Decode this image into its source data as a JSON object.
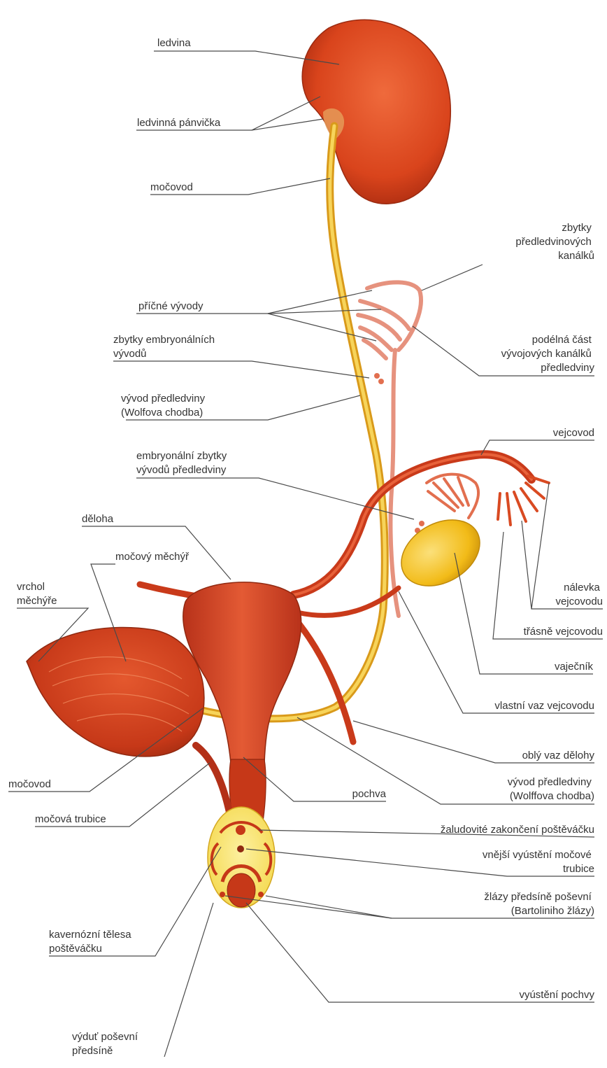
{
  "labels": {
    "ledvina": "ledvina",
    "ledvinna_panvicka": "ledvinná pánvička",
    "mocovod_top": "močovod",
    "zbytky_predledvinovych": [
      "zbytky",
      "předledvinových",
      "kanálků"
    ],
    "pricne_vyvody": "příčné vývody",
    "zbytky_embryonalnich": [
      "zbytky embryonálních",
      "vývodů"
    ],
    "podelna_cast": [
      "podélná část",
      "vývojových kanálků",
      "předledviny"
    ],
    "vyvod_predledviny_left": [
      "vývod předledviny",
      "(Wolfova chodba)"
    ],
    "vejcovod": "vejcovod",
    "embryonalni_zbytky": [
      "embryonální zbytky",
      "vývodů předledviny"
    ],
    "deloha": "děloha",
    "mocovy_mechyr": "močový měchýř",
    "vrchol_mechyre": [
      "vrchol",
      "měchýře"
    ],
    "nalevka_vejcovodu": [
      "nálevka",
      "vejcovodu"
    ],
    "trasne_vejcovodu": "třásně vejcovodu",
    "vajecnik": "vaječník",
    "vlastni_vaz": "vlastní vaz vejcovodu",
    "obly_vaz": "oblý vaz dělohy",
    "mocovod_left": "močovod",
    "pochva": "pochva",
    "vyvod_predledviny_right": [
      "vývod předledviny",
      "(Wolffova chodba)"
    ],
    "mocova_trubice": "močová trubice",
    "zaludovite": "žaludovité zakončení poštěváčku",
    "vnejsi_vyusteni": [
      "vnější vyústění močové",
      "trubice"
    ],
    "zlazy": [
      "žlázy předsíně poševní",
      "(Bartoliniho žlázy)"
    ],
    "kavernozni": [
      "kavernózní tělesa",
      "poštěváčku"
    ],
    "vyusteni_pochvy": "vyústění pochvy",
    "vydut": [
      "výduť poševní",
      "předsíně"
    ]
  },
  "colors": {
    "kidney": "#d9441c",
    "kidney_dark": "#b02e12",
    "organ": "#c93a1a",
    "organ_light": "#e8623a",
    "duct_yellow": "#f1c232",
    "ovary": "#f5c21a",
    "vestibule": "#f8e16a",
    "pink": "#e6927e",
    "leader": "#4a4a4a",
    "text": "#333333"
  }
}
